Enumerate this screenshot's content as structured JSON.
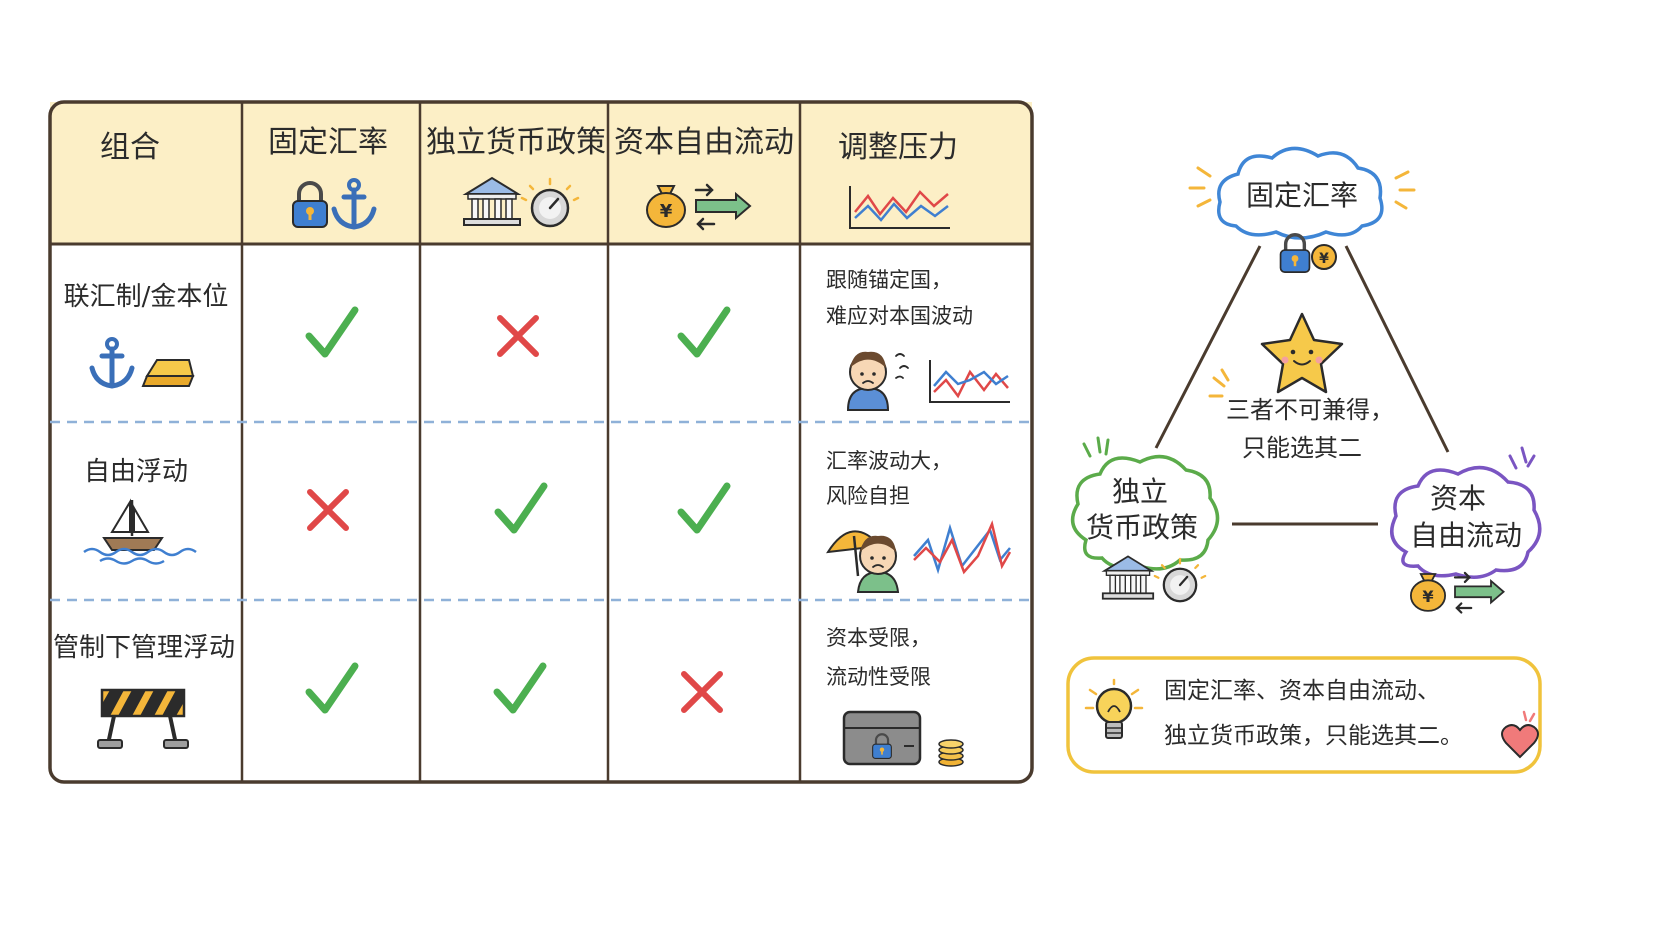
{
  "table": {
    "headers": {
      "combo": "组合",
      "fixed_rate": "固定汇率",
      "independent_policy": "独立货币政策",
      "capital_flow": "资本自由流动",
      "adjustment": "调整压力"
    },
    "rows": [
      {
        "name": "联汇制/金本位",
        "fixed_rate": "check",
        "independent_policy": "cross",
        "capital_flow": "check",
        "note": [
          "跟随锚定国，",
          "难应对本国波动"
        ]
      },
      {
        "name": "自由浮动",
        "fixed_rate": "cross",
        "independent_policy": "check",
        "capital_flow": "check",
        "note": [
          "汇率波动大，",
          "风险自担"
        ]
      },
      {
        "name": "管制下管理浮动",
        "fixed_rate": "check",
        "independent_policy": "check",
        "capital_flow": "cross",
        "note": [
          "资本受限，",
          "流动性受限"
        ]
      }
    ]
  },
  "triangle": {
    "top": "固定汇率",
    "left": [
      "独立",
      "货币政策"
    ],
    "right": [
      "资本",
      "自由流动"
    ],
    "center": [
      "三者不可兼得，",
      "只能选其二"
    ],
    "currency_symbol": "¥"
  },
  "summary": [
    "固定汇率、资本自由流动、",
    "独立货币政策，只能选其二。"
  ],
  "colors": {
    "header_bg": "#fcefc6",
    "grid_line": "#4a3b2e",
    "dashed_line": "#8fb1d8",
    "check": "#4caf50",
    "cross": "#e04848",
    "cloud_top": "#3f86d6",
    "cloud_left": "#5bab4a",
    "cloud_right": "#7a55c2",
    "summary_border": "#f0c33c",
    "lock": "#3f7fd0",
    "gold": "#f4b63a"
  },
  "icons": [
    "lock-icon",
    "anchor-icon",
    "bank-icon",
    "gauge-icon",
    "money-bag-icon",
    "arrows-icon",
    "line-chart-icon",
    "gold-bar-icon",
    "sailboat-icon",
    "barrier-icon",
    "worried-person-icon",
    "umbrella-person-icon",
    "safe-icon",
    "coins-icon",
    "star-icon",
    "lightbulb-icon",
    "heart-icon"
  ]
}
